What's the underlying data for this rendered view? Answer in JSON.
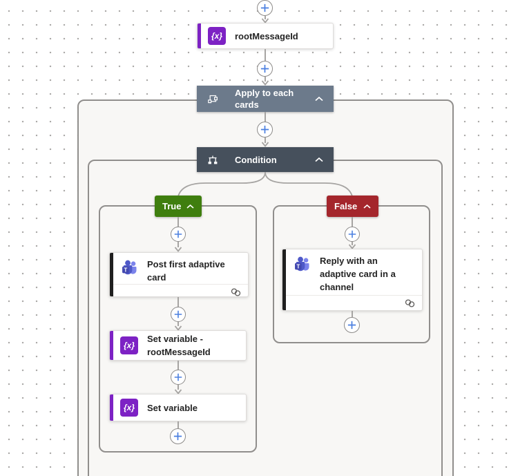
{
  "flow": {
    "root_variable": {
      "label": "rootMessageId",
      "icon_glyph": "{x}"
    },
    "apply_to_each": {
      "label": "Apply to each cards"
    },
    "condition": {
      "label": "Condition"
    },
    "true_branch": {
      "label": "True",
      "actions": [
        {
          "label": "Post first adaptive card",
          "icon_glyph": ""
        },
        {
          "label": "Set variable - rootMessageId",
          "icon_glyph": "{x}"
        },
        {
          "label": "Set variable",
          "icon_glyph": "{x}"
        }
      ]
    },
    "false_branch": {
      "label": "False",
      "actions": [
        {
          "label": "Reply with an adaptive card in a channel",
          "icon_glyph": ""
        }
      ]
    },
    "teams_badge_letter": "T"
  },
  "colors": {
    "apply_to_each_header": "#6c7a8b",
    "condition_header": "#46505c",
    "true_badge": "#3f7e0e",
    "false_badge": "#a4262c",
    "variable_accent": "#7d22c4",
    "teams_card_accent": "#1f1f1f",
    "plus_icon_blue": "#4a7fe0",
    "connector_gray": "#a6a4a2",
    "scope_border": "#908e8c",
    "scope_background": "#f8f7f5"
  }
}
